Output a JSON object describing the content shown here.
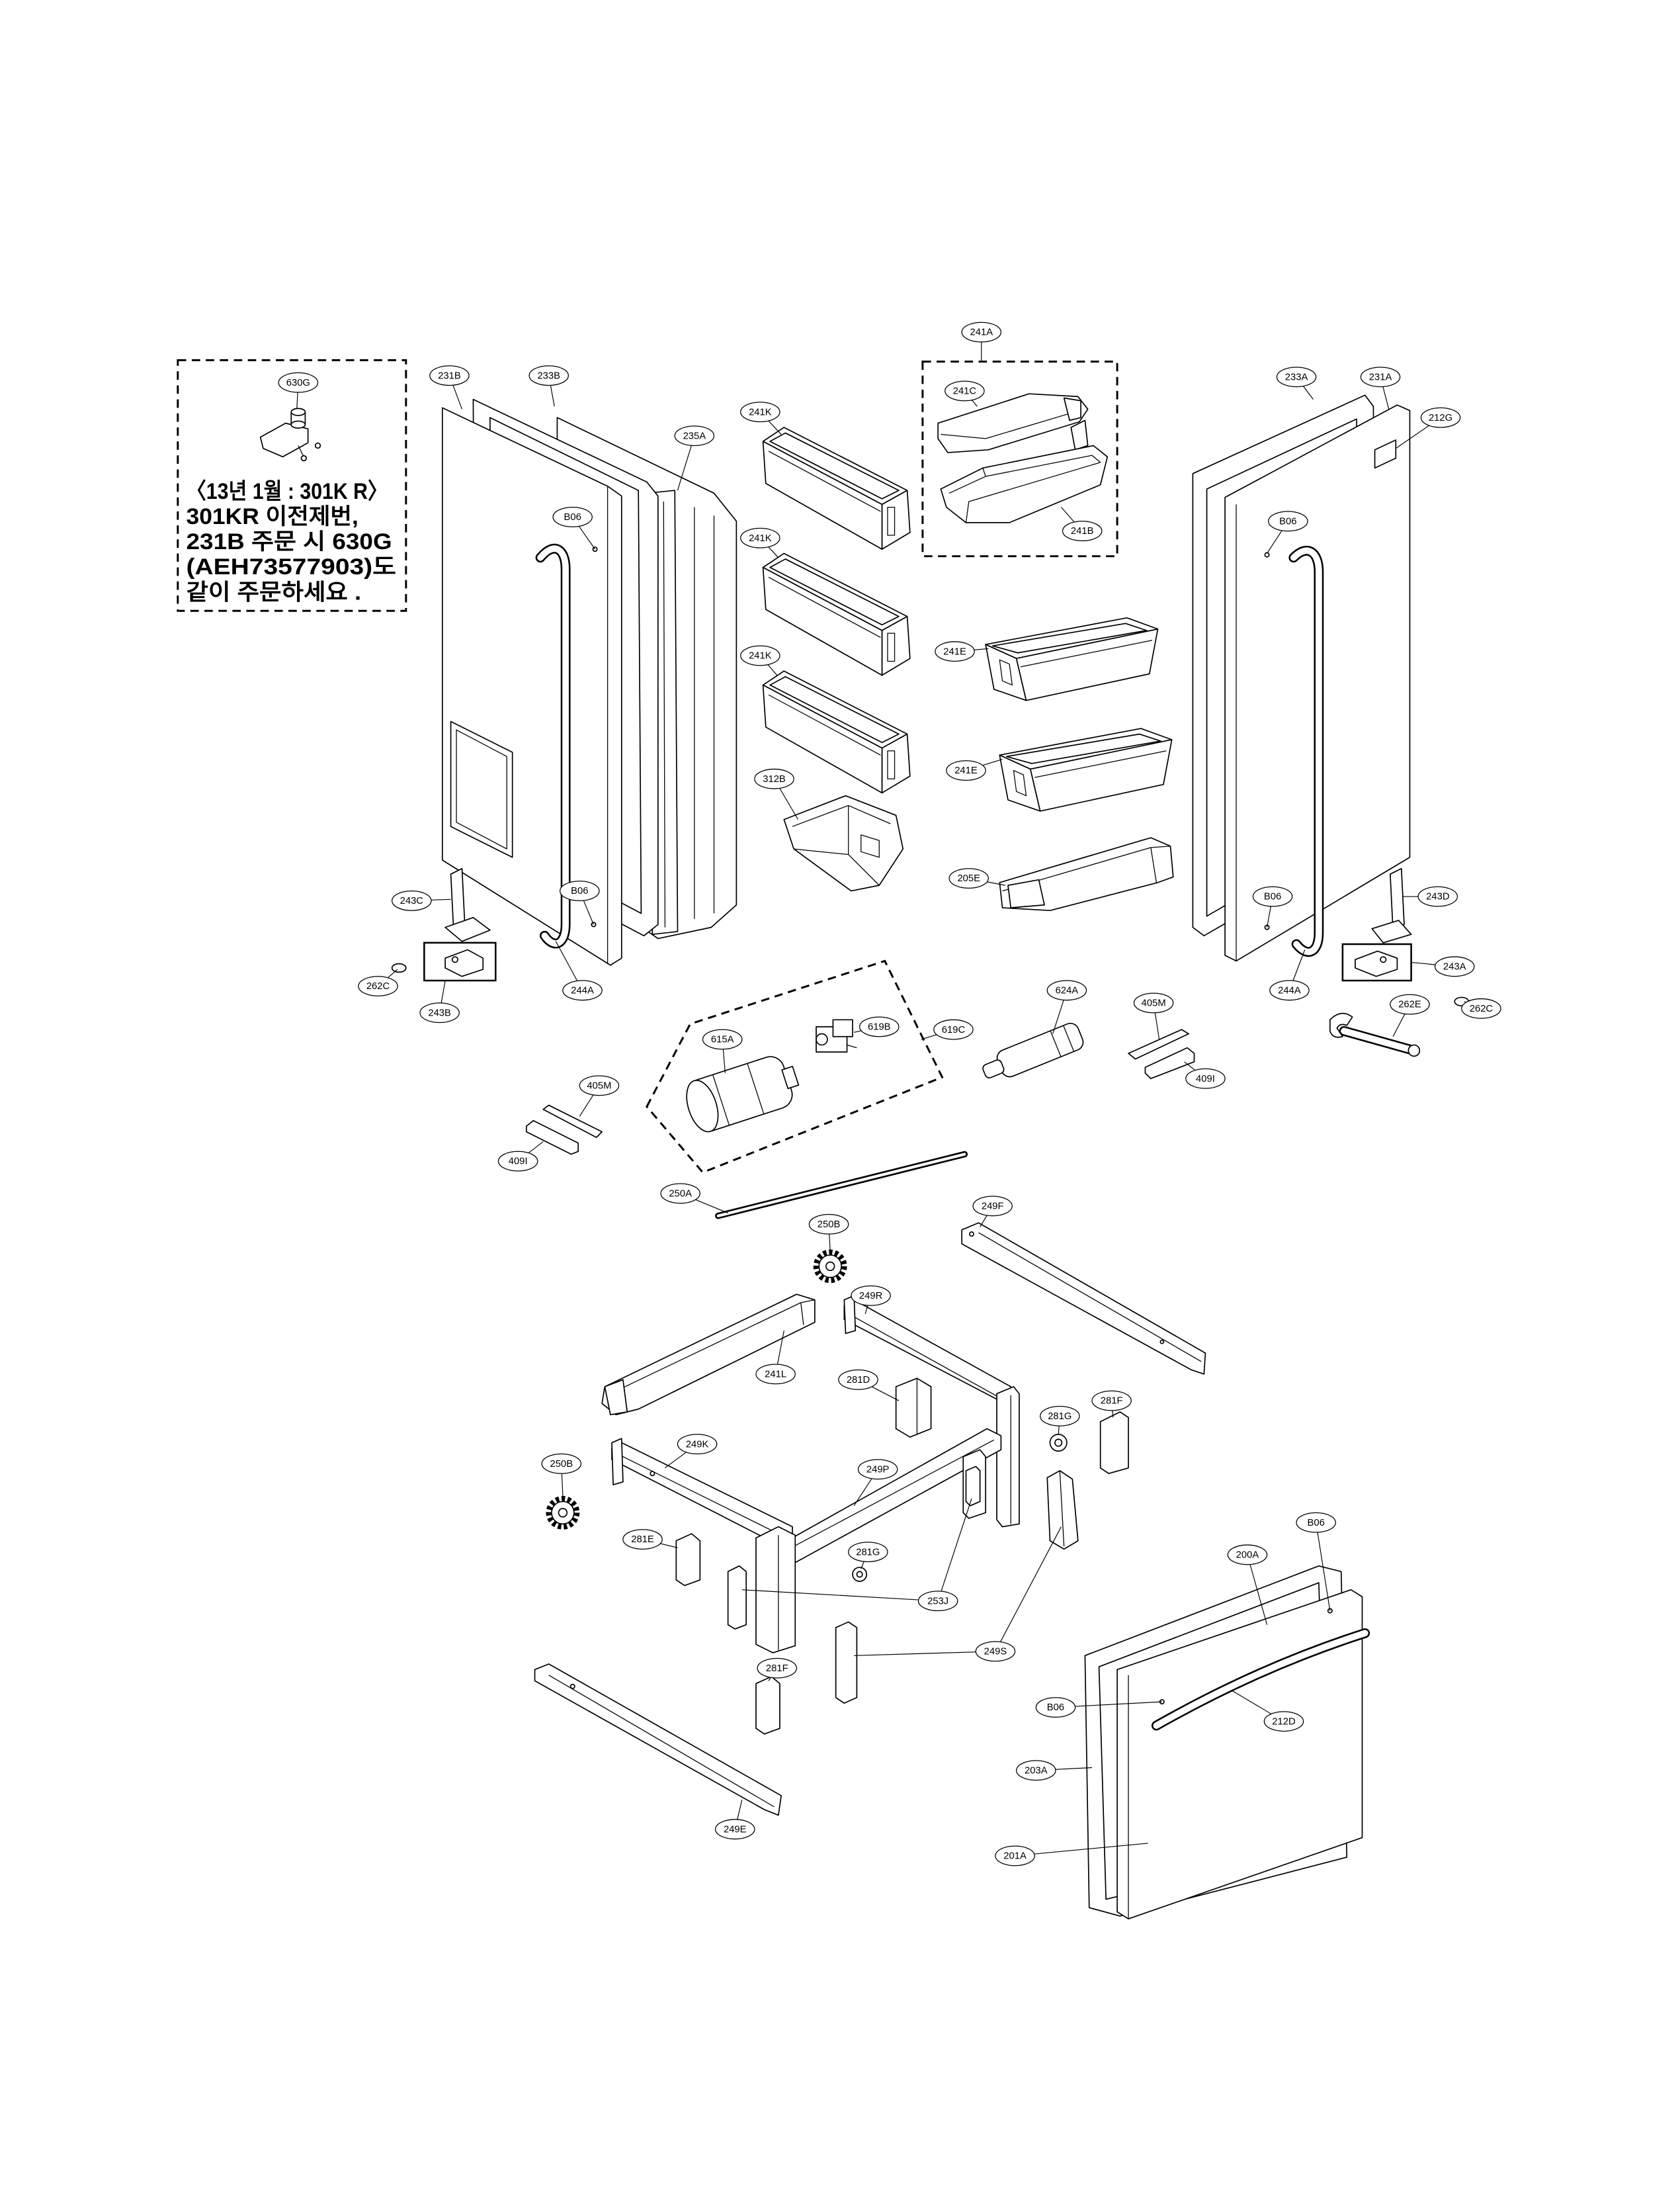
{
  "note": {
    "lines": [
      "〈13년 1월 : 301K R〉",
      "301KR 이전제번,",
      "231B 주문 시 630G",
      "(AEH73577903)도",
      "같이 주문하세요 ."
    ]
  },
  "callouts": [
    "630G",
    "231B",
    "233B",
    "235A",
    "241K",
    "241K",
    "241K",
    "241A",
    "241C",
    "241B",
    "233A",
    "231A",
    "212G",
    "B06",
    "B06",
    "241E",
    "241E",
    "312B",
    "205E",
    "243C",
    "B06",
    "B06",
    "243D",
    "262C",
    "243B",
    "244A",
    "244A",
    "243A",
    "262E",
    "262C",
    "624A",
    "405M",
    "409I",
    "619B",
    "619C",
    "615A",
    "405M",
    "409I",
    "250A",
    "250B",
    "249F",
    "249R",
    "241L",
    "281D",
    "281G",
    "281F",
    "249K",
    "250B",
    "249P",
    "B06",
    "200A",
    "281E",
    "281G",
    "253J",
    "249S",
    "281F",
    "B06",
    "212D",
    "203A",
    "201A",
    "249E"
  ]
}
